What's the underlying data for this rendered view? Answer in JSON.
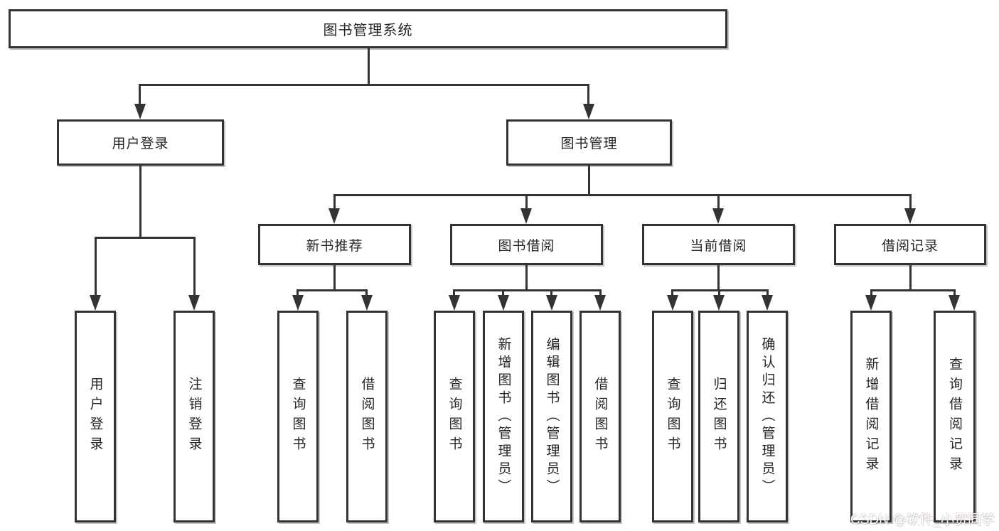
{
  "diagram": {
    "root": {
      "label": "图书管理系统"
    },
    "branches": [
      {
        "label": "用户登录",
        "children": [
          "用户登录",
          "注销登录"
        ]
      },
      {
        "label": "图书管理",
        "children": [
          {
            "label": "新书推荐",
            "children": [
              "查询图书",
              "借阅图书"
            ]
          },
          {
            "label": "图书借阅",
            "children": [
              "查询图书",
              "新增图书（管理员）",
              "编辑图书（管理员）",
              "借阅图书"
            ]
          },
          {
            "label": "当前借阅",
            "children": [
              "查询图书",
              "归还图书",
              "确认归还（管理员）"
            ]
          },
          {
            "label": "借阅记录",
            "children": [
              "新增借阅记录",
              "查询借阅记录"
            ]
          }
        ]
      }
    ]
  },
  "watermark": {
    "text": "CSDN @软件_小贺同学"
  },
  "colors": {
    "line": "#333333",
    "border": "#333333",
    "text": "#262626",
    "background": "#ffffff",
    "watermark": "#ffffff"
  }
}
